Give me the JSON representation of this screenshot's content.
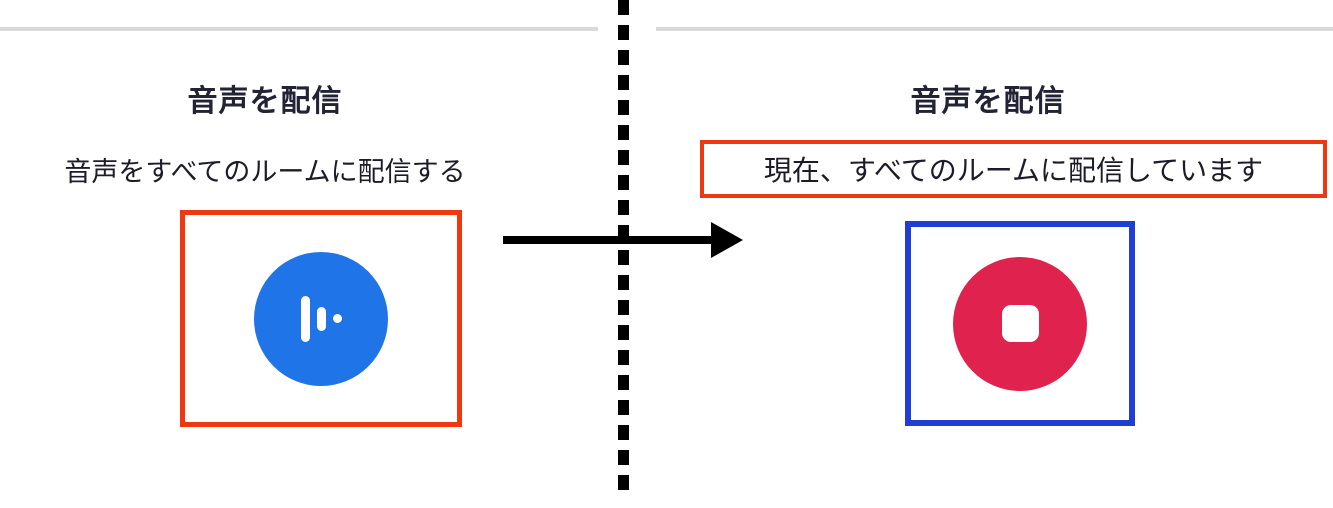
{
  "left_panel": {
    "title": "音声を配信",
    "subtitle": "音声をすべてのルームに配信する",
    "button_icon": "voice-waveform-icon",
    "annotation": "red-outline-box"
  },
  "right_panel": {
    "title": "音声を配信",
    "status": "現在、すべてのルームに配信しています",
    "button_icon": "stop-icon",
    "annotation": "blue-outline-box",
    "status_annotation": "red-outline-box"
  },
  "annotations": {
    "arrow": "left-to-right-transition",
    "divider": "vertical-dotted-line"
  },
  "colors": {
    "annotation-red": "#ee3811",
    "annotation-blue": "#1e3fd2",
    "broadcast-blue": "#1f74e8",
    "stop-red": "#e0234e",
    "text-dark": "#232336",
    "divider-black": "#000000",
    "topline-gray": "#d9d9d9"
  }
}
